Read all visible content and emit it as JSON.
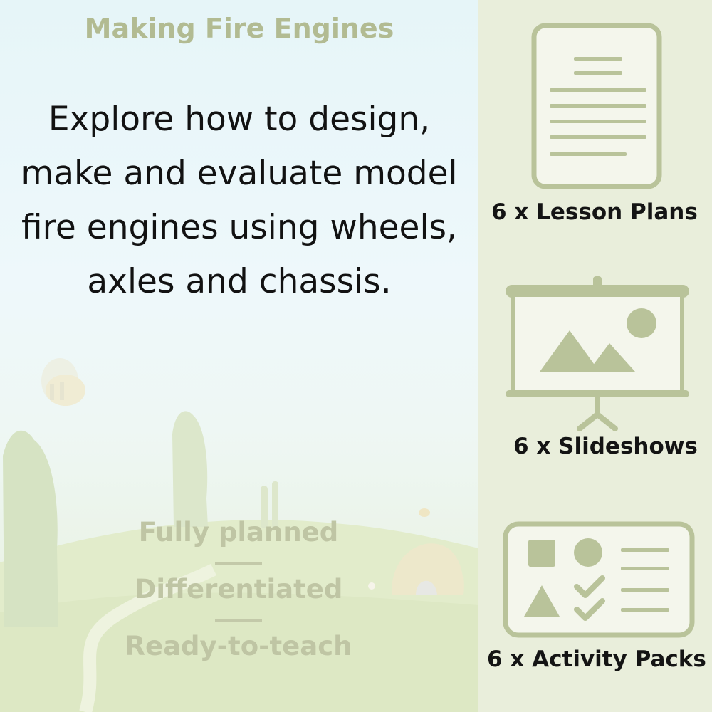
{
  "header": {
    "title": "Making Fire Engines"
  },
  "description": "Explore how to design, make and evaluate model fire engines using wheels, axles and chassis.",
  "features": [
    "Fully planned",
    "Differentiated",
    "Ready-to-teach"
  ],
  "resources": [
    {
      "label": "6 x Lesson Plans",
      "icon": "document-icon"
    },
    {
      "label": "6 x Slideshows",
      "icon": "projector-screen-icon"
    },
    {
      "label": "6 x Activity Packs",
      "icon": "activity-pack-icon"
    }
  ],
  "colors": {
    "accent": "#b2bb92",
    "icon_fill": "#b9c39a",
    "panel_bg": "#e9eedb",
    "text": "#121212",
    "feature_text": "#bfc5a4"
  }
}
